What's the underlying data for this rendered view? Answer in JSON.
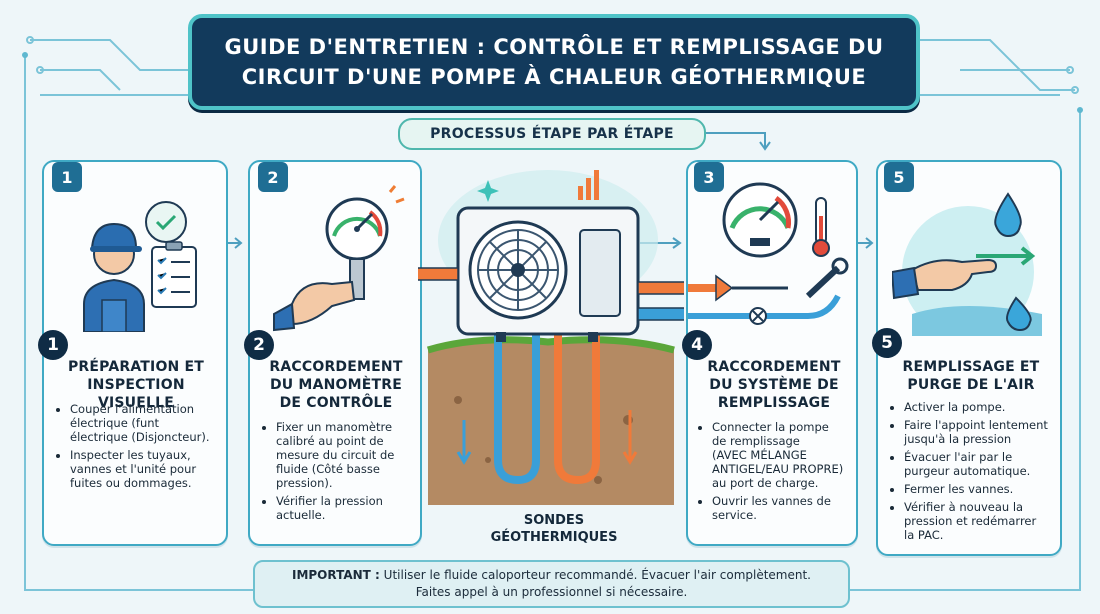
{
  "title": "GUIDE D'ENTRETIEN : CONTRÔLE ET REMPLISSAGE DU\nCIRCUIT D'UNE POMPE À CHALEUR GÉOTHERMIQUE",
  "subtitle": "PROCESSUS ÉTAPE PAR ÉTAPE",
  "steps": [
    {
      "badge": "1",
      "number": "1",
      "title": "PRÉPARATION ET\nINSPECTION VISUELLE",
      "items": [
        "Couper l'alimentation\nélectrique (funt\nélectrique (Disjoncteur).",
        "Inspecter les tuyaux,\nvannes et l'unité pour\nfuites ou dommages."
      ]
    },
    {
      "badge": "2",
      "number": "2",
      "title": "RACCORDEMENT\nDU MANOMÈTRE\nDE CONTRÔLE",
      "items": [
        "Fixer un manomètre\ncalibré au point de\nmesure du circuit de\nfluide (Côté basse\npression).",
        "Vérifier la pression\nactuelle."
      ]
    },
    {
      "badge": "3",
      "number": "4",
      "title": "RACCORDEMENT\nDU SYSTÈME DE\nREMPLISSAGE",
      "items": [
        "Connecter la pompe\nde remplissage\n(AVEC MÉLANGE\nANTIGEL/EAU PROPRE)\nau port de charge.",
        "Ouvrir les vannes de\nservice."
      ]
    },
    {
      "badge": "5",
      "number": "5",
      "title": "REMPLISSAGE ET\nPURGE DE L'AIR",
      "items": [
        "Activer la pompe.",
        "Faire l'appoint lentement\njusqu'à la pression",
        "Évacuer l'air par le\npurgeur automatique.",
        "Fermer les vannes.",
        "Vérifier à nouveau la\npression et redémarrer\nla PAC."
      ]
    }
  ],
  "sondes_label": "SONDES\nGÉOTHERMIQUES",
  "important": {
    "label": "IMPORTANT :",
    "line1": "Utiliser le fluide caloporteur recommandé. Évacuer l'air complètement.",
    "line2": "Faites appel à un professionnel si nécessaire."
  },
  "colors": {
    "navy": "#123a5c",
    "teal": "#4fc3c8",
    "card_border": "#3fa9c4",
    "hot": "#f07a3a",
    "cold": "#3a9fd8"
  },
  "icons": [
    "technician-icon",
    "checklist-icon",
    "pressure-gauge-icon",
    "wrench-icon",
    "heat-pump-icon",
    "thermometer-icon",
    "water-drop-icon",
    "hand-icon"
  ]
}
